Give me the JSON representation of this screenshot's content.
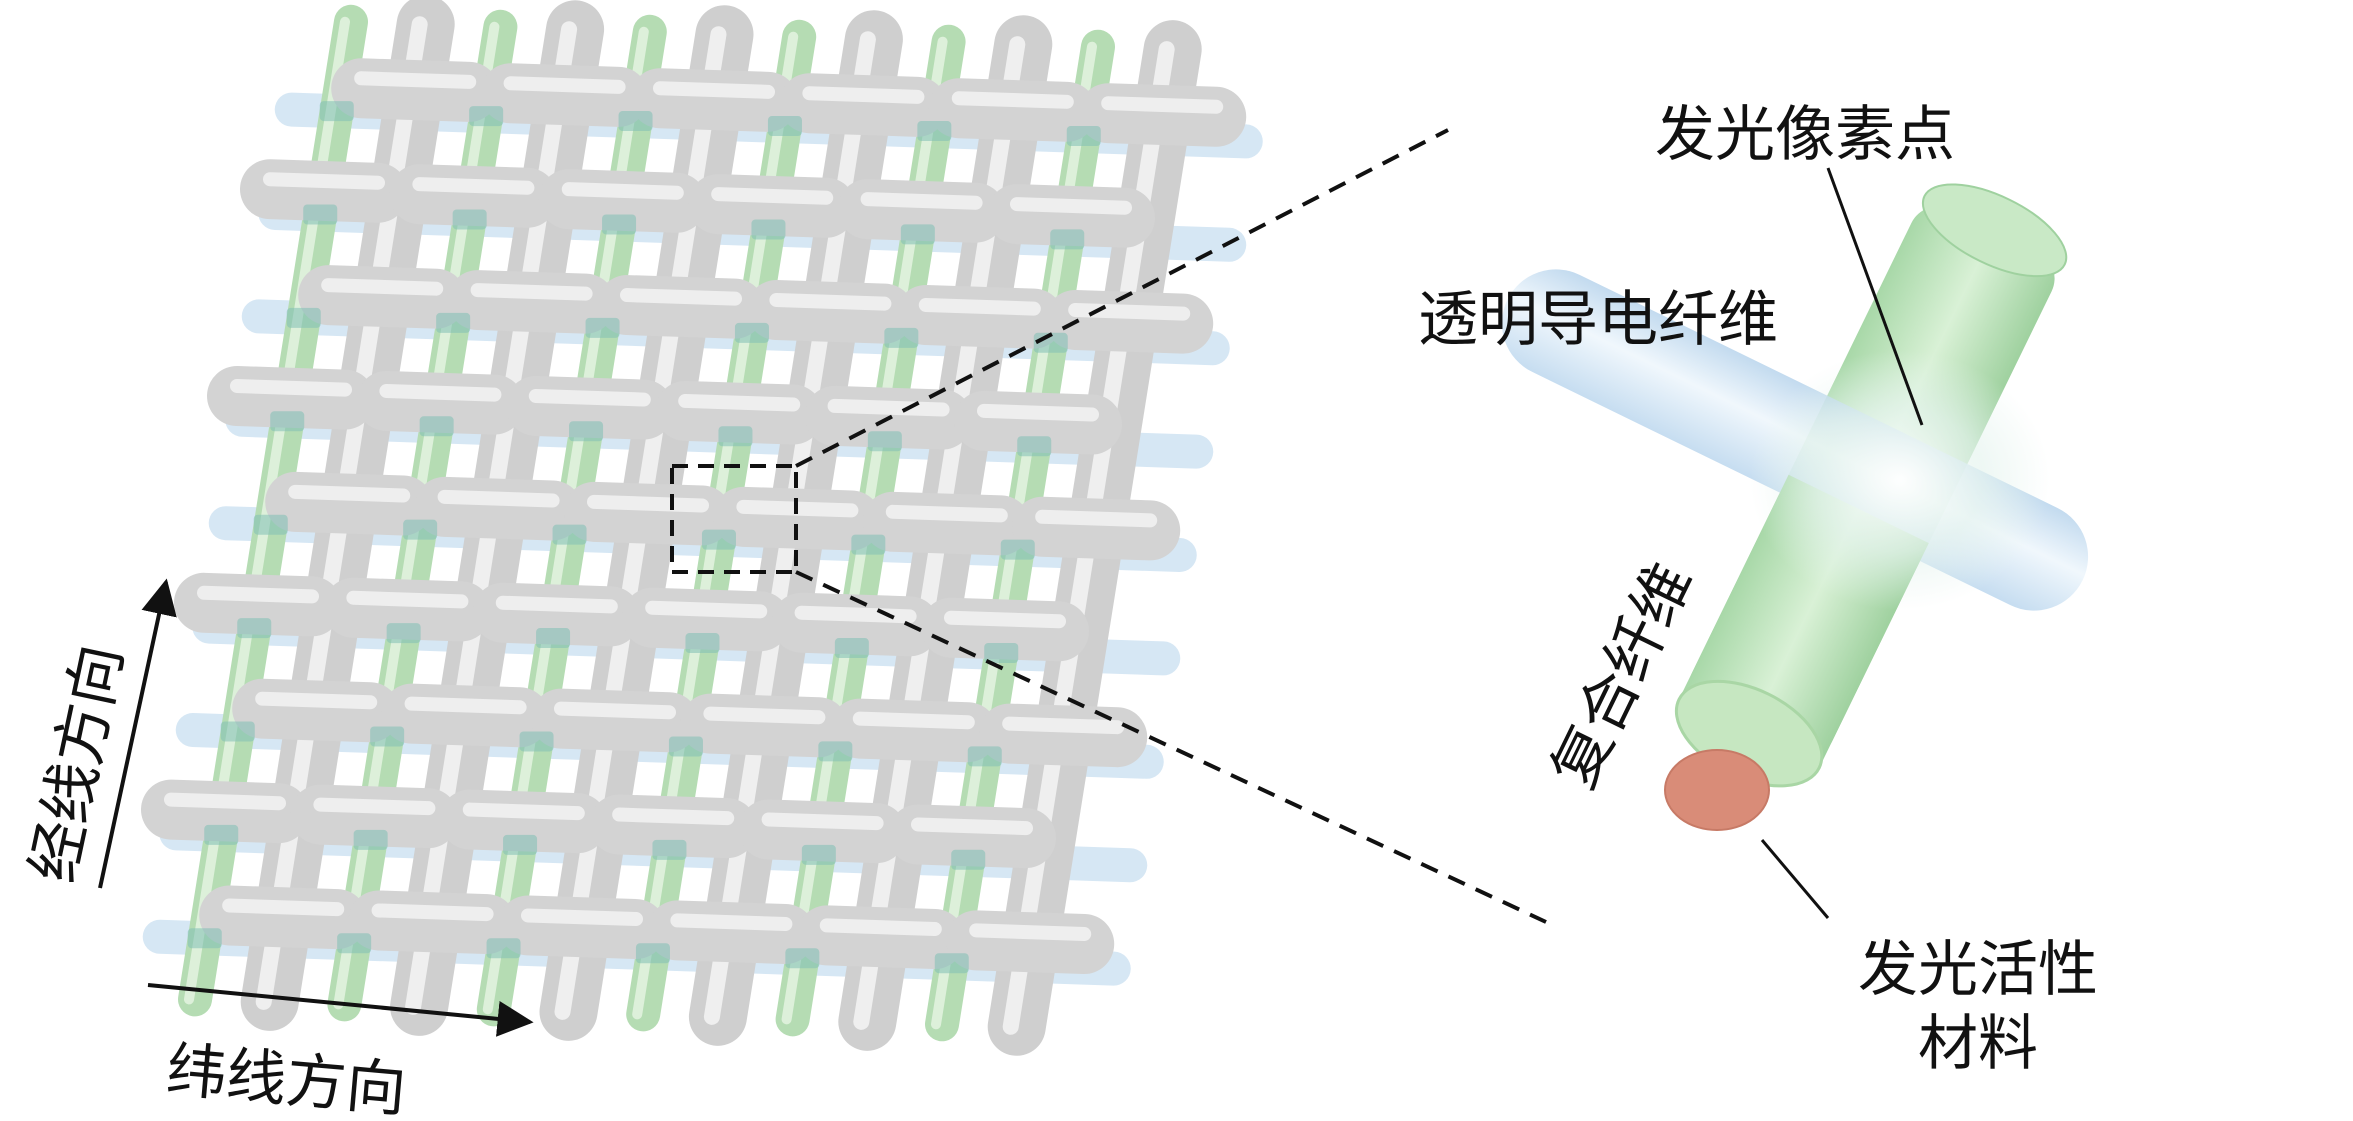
{
  "labels": {
    "warp_direction": "经线方向",
    "weft_direction": "纬线方向",
    "pixel": "发光像素点",
    "transparent_fiber": "透明导电纤维",
    "composite_fiber": "复合纤维",
    "active_material_line1": "发光活性",
    "active_material_line2": "材料"
  },
  "colors": {
    "gray_yarn": "#d6d6d6",
    "green_fiber": "#bfe3bf",
    "transparent_fiber": "#d7e9f7",
    "active_core": "#d98c78",
    "text": "#111111"
  }
}
